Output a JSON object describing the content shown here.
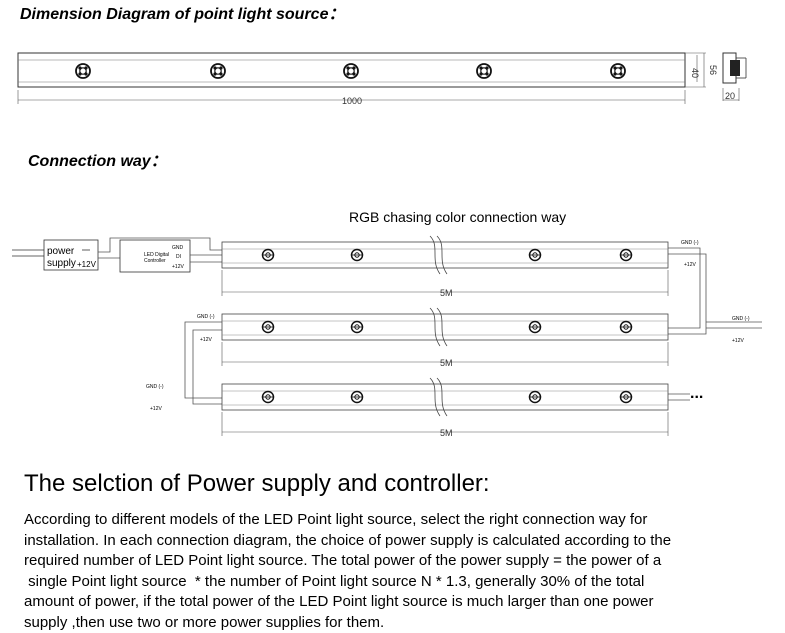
{
  "section_dimension": {
    "title": "Dimension Diagram of point light source：",
    "length_label": "1000",
    "height_inner_label": "40",
    "height_outer_label": "56",
    "width_label": "20"
  },
  "section_connection": {
    "title": "Connection way：",
    "diagram_title": "RGB chasing color  connection way",
    "power_label": "power",
    "supply_label": "supply",
    "plus12v_label": "+12V",
    "controller_line1": "LED Digital",
    "controller_line2": "Controller",
    "gnd_label": "GND",
    "di_label": "DI",
    "gnd_pm_label": "GND (-)",
    "plus12v_small_label": "+12V",
    "segment_length_label": "5M",
    "continuation": "..."
  },
  "section_selection": {
    "title": "The selction of Power supply and controller:",
    "lines": [
      "According to different models of the LED Point light source, select the right connection way for",
      "installation. In each connection diagram, the choice of power supply is calculated according to the",
      "required number of LED Point light source. The total power of the power supply = the power of a",
      " single Point light source  * the number of Point light source N * 1.3, generally 30% of the total",
      "amount of power, if the total power of the LED Point light source is much larger than one power",
      "supply ,then use two or more power supplies for them."
    ]
  }
}
